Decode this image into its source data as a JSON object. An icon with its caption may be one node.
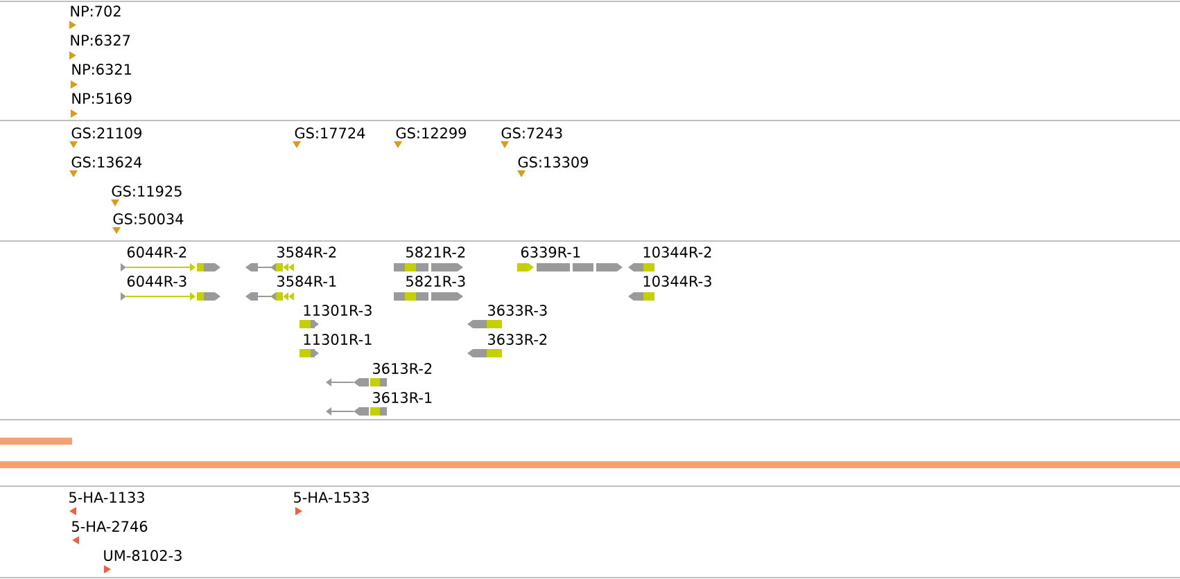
{
  "diagram": {
    "labels": [
      "NP:702",
      "NP:6327",
      "NP:6321",
      "NP:5169",
      "GS:21109",
      "GS:17724",
      "GS:12299",
      "GS:7243",
      "GS:13624",
      "GS:13309",
      "GS:11925",
      "GS:50034",
      "6044R-2",
      "3584R-2",
      "5821R-2",
      "6339R-1",
      "10344R-2",
      "6044R-3",
      "3584R-1",
      "5821R-3",
      "10344R-3",
      "11301R-3",
      "3633R-3",
      "11301R-1",
      "3633R-2",
      "3613R-2",
      "3613R-1",
      "5-HA-1133",
      "5-HA-1533",
      "5-HA-2746",
      "UM-8102-3"
    ]
  }
}
